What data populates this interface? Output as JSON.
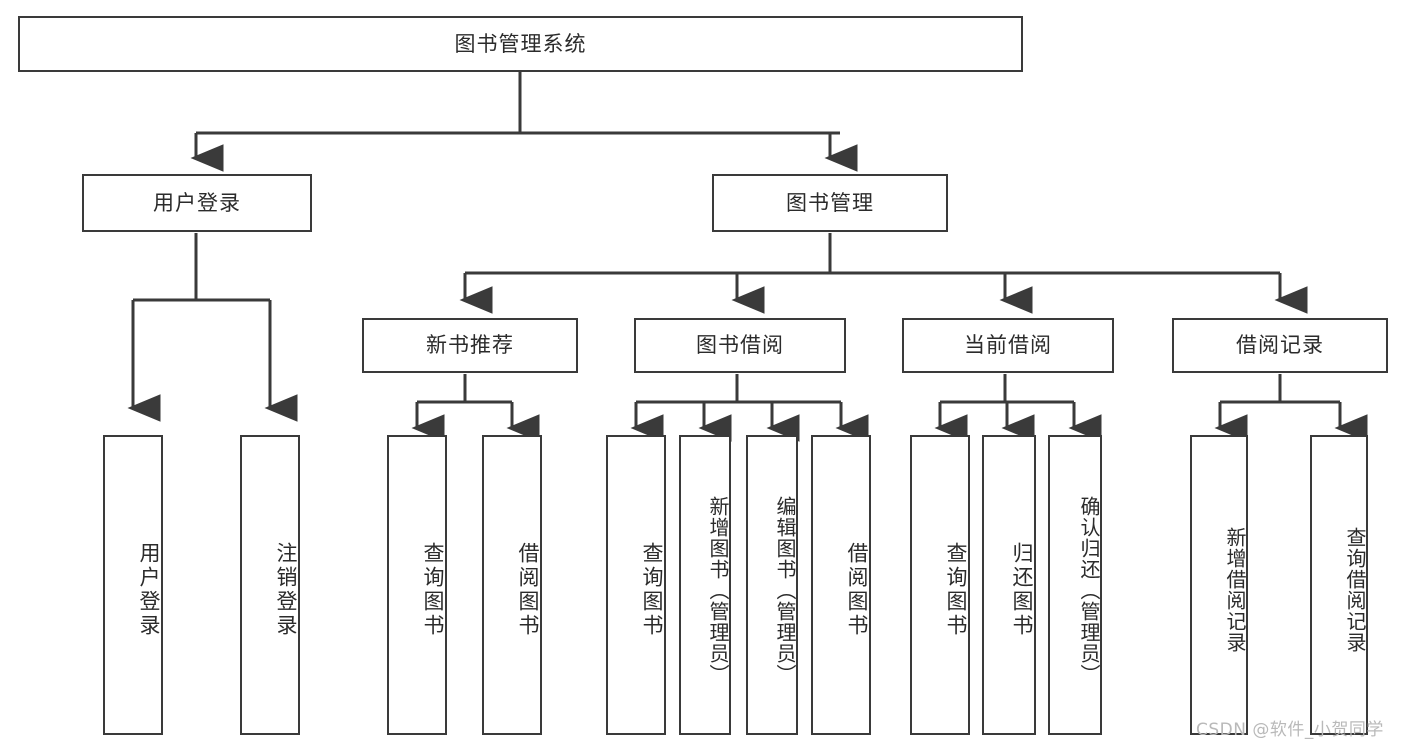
{
  "diagram": {
    "title": "图书管理系统",
    "type": "tree-hierarchy-chart",
    "orientation": "top-down",
    "colors": {
      "background": "#ffffff",
      "box_border": "#3a3a3a",
      "box_fill": "#ffffff",
      "text": "#2b2b2b",
      "connector": "#3a3a3a",
      "watermark": "#b9b9b9"
    },
    "root": {
      "label": "图书管理系统"
    },
    "level2": [
      {
        "label": "用户登录"
      },
      {
        "label": "图书管理"
      }
    ],
    "level3": [
      {
        "label": "新书推荐"
      },
      {
        "label": "图书借阅"
      },
      {
        "label": "当前借阅"
      },
      {
        "label": "借阅记录"
      }
    ],
    "leaves": {
      "user_login": [
        {
          "label": "用户登录"
        },
        {
          "label": "注销登录"
        }
      ],
      "new_book": [
        {
          "label": "查询图书"
        },
        {
          "label": "借阅图书"
        }
      ],
      "book_borrow": [
        {
          "label": "查询图书"
        },
        {
          "label": "新增图书（管理员）"
        },
        {
          "label": "编辑图书（管理员）"
        },
        {
          "label": "借阅图书"
        }
      ],
      "current_borrow": [
        {
          "label": "查询图书"
        },
        {
          "label": "归还图书"
        },
        {
          "label": "确认归还（管理员）"
        }
      ],
      "borrow_record": [
        {
          "label": "新增借阅记录"
        },
        {
          "label": "查询借阅记录"
        }
      ]
    }
  },
  "watermark": {
    "text": "CSDN @软件_小贺同学"
  }
}
